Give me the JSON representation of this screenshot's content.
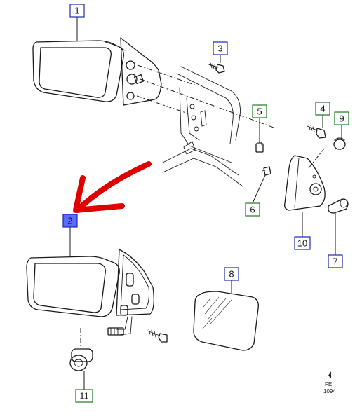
{
  "diagram": {
    "callouts": [
      {
        "id": "c1",
        "label": "1"
      },
      {
        "id": "c2",
        "label": "2"
      },
      {
        "id": "c3",
        "label": "3"
      },
      {
        "id": "c4",
        "label": "4"
      },
      {
        "id": "c5",
        "label": "5"
      },
      {
        "id": "c6",
        "label": "6"
      },
      {
        "id": "c7",
        "label": "7"
      },
      {
        "id": "c8",
        "label": "8"
      },
      {
        "id": "c9",
        "label": "9"
      },
      {
        "id": "c10",
        "label": "10"
      },
      {
        "id": "c11",
        "label": "11"
      }
    ],
    "stamp": {
      "line1": "FE",
      "line2": "1094"
    },
    "colors": {
      "callout_blue": "#1a2ab0",
      "callout_green": "#1e7a1e",
      "highlight_fill": "#5a6cff",
      "arrow_red": "#e00000"
    }
  }
}
